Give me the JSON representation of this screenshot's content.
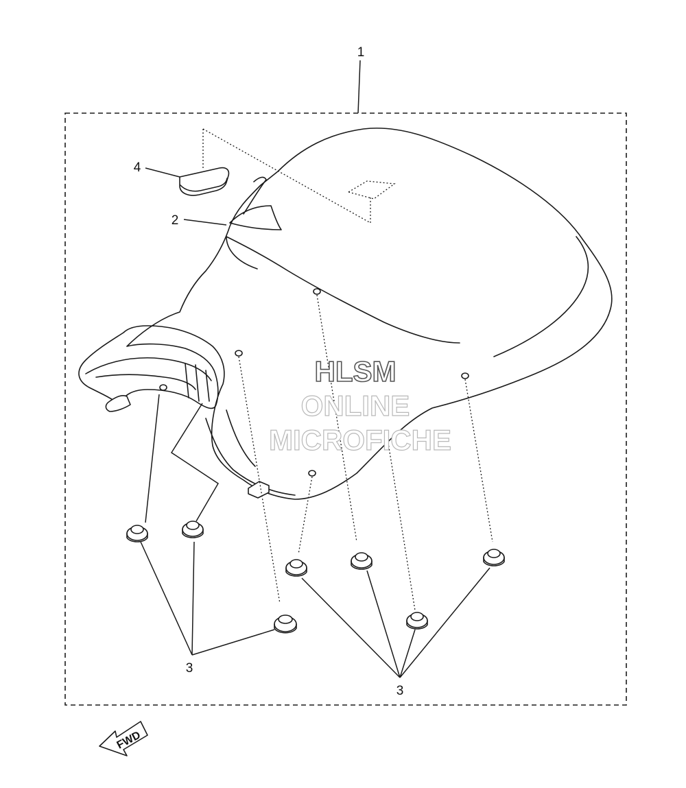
{
  "callouts": {
    "part_1": "1",
    "part_2": "2",
    "part_3_left": "3",
    "part_3_right": "3",
    "part_4": "4"
  },
  "watermark": {
    "line1": "HLSM",
    "line2": "ONLINE",
    "line3": "MICROFICHE"
  },
  "direction_arrow": {
    "label": "FWD",
    "icon": "fwd-arrow-icon"
  },
  "colors": {
    "line": "#1a1a1a",
    "background": "#ffffff",
    "watermark_outline": "#b8b8b8"
  }
}
